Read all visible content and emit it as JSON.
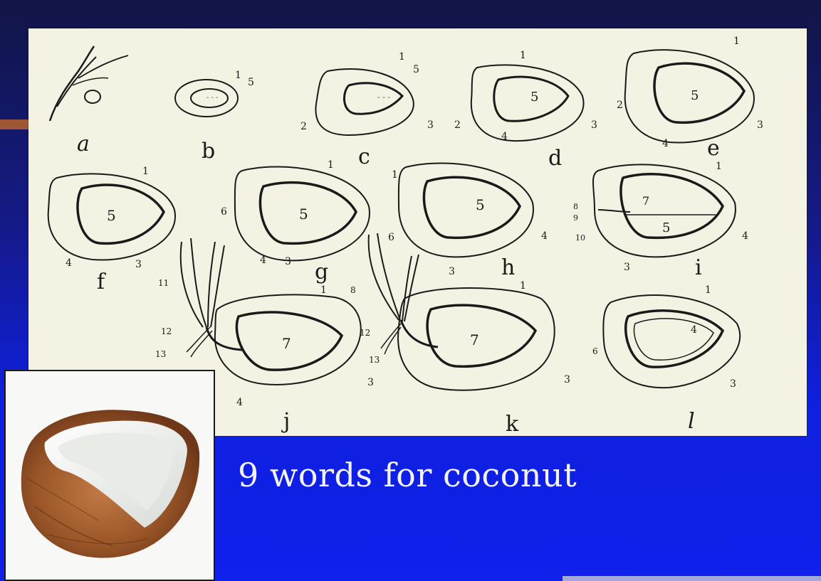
{
  "slide": {
    "caption": "9 words for coconut",
    "colors": {
      "background": "#0f20e0",
      "panel": "#f4f2e2",
      "ink": "#1a1a1a",
      "caption": "#f3f3f3"
    }
  },
  "diagram": {
    "panels": [
      {
        "letter": "a",
        "labels": []
      },
      {
        "letter": "b",
        "labels": [
          "1",
          "5"
        ]
      },
      {
        "letter": "c",
        "labels": [
          "1",
          "5",
          "2",
          "3"
        ]
      },
      {
        "letter": "d",
        "labels": [
          "1",
          "5",
          "2",
          "4",
          "3"
        ]
      },
      {
        "letter": "e",
        "labels": [
          "1",
          "5",
          "2",
          "4",
          "3"
        ]
      },
      {
        "letter": "f",
        "labels": [
          "1",
          "5",
          "4",
          "3"
        ]
      },
      {
        "letter": "g",
        "labels": [
          "1",
          "5",
          "6",
          "4",
          "3"
        ]
      },
      {
        "letter": "h",
        "labels": [
          "1",
          "5",
          "6",
          "3",
          "4"
        ]
      },
      {
        "letter": "i",
        "labels": [
          "1",
          "7",
          "8",
          "9",
          "10",
          "5",
          "3",
          "4"
        ]
      },
      {
        "letter": "j",
        "labels": [
          "11",
          "12",
          "13",
          "1",
          "7",
          "4",
          "3"
        ]
      },
      {
        "letter": "k",
        "labels": [
          "8",
          "12",
          "13",
          "1",
          "7",
          "3"
        ]
      },
      {
        "letter": "l",
        "labels": [
          "1",
          "4",
          "6",
          "3"
        ]
      }
    ]
  },
  "photo": {
    "subject": "coconut-half"
  }
}
